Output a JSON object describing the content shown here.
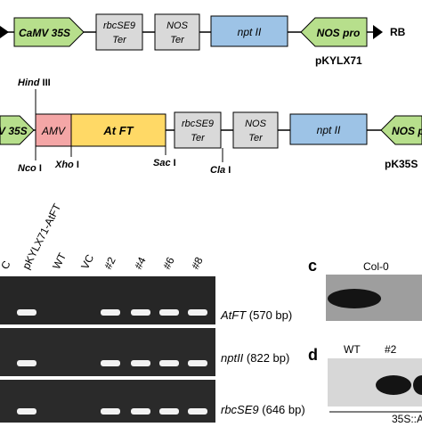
{
  "construct1": {
    "elements": [
      {
        "id": "camv",
        "label": "CaMV 35S",
        "kind": "arrow-right",
        "italic": true
      },
      {
        "id": "rbc",
        "label1": "rbcSE9",
        "label2": "Ter",
        "kind": "box",
        "italic": true
      },
      {
        "id": "nos",
        "label1": "NOS",
        "label2": "Ter",
        "kind": "box",
        "italic": true
      },
      {
        "id": "npt",
        "label": "npt II",
        "kind": "box",
        "italic": true
      },
      {
        "id": "nospro",
        "label": "NOS pro",
        "kind": "arrow-left",
        "italic": true
      }
    ],
    "right_border": "RB",
    "name": "pKYLX71"
  },
  "construct2": {
    "elements": [
      {
        "id": "v35s",
        "label": "V 35S",
        "kind": "arrow-right"
      },
      {
        "id": "amv",
        "label": "AMV",
        "kind": "box"
      },
      {
        "id": "atft",
        "label": "At FT",
        "kind": "box"
      },
      {
        "id": "rbc",
        "label1": "rbcSE9",
        "label2": "Ter",
        "kind": "box"
      },
      {
        "id": "nos",
        "label1": "NOS",
        "label2": "Ter",
        "kind": "box"
      },
      {
        "id": "npt",
        "label": "npt II",
        "kind": "box"
      },
      {
        "id": "nospro",
        "label": "NOS p",
        "kind": "arrow-left"
      }
    ],
    "sites_top": [
      {
        "name": "Hind",
        "roman": "III"
      }
    ],
    "sites_bottom": [
      {
        "name": "Nco",
        "roman": "I"
      },
      {
        "name": "Xho",
        "roman": "I"
      },
      {
        "name": "Sac",
        "roman": "I"
      },
      {
        "name": "Cla",
        "roman": "I"
      }
    ],
    "name": "pK35S"
  },
  "gel": {
    "lanes": [
      "C",
      "pKYLX71-AtFT",
      "WT",
      "VC",
      "#2",
      "#4",
      "#6",
      "#8"
    ],
    "rows": [
      {
        "gene": "AtFT",
        "size": "(570 bp)",
        "bands": [
          false,
          true,
          false,
          false,
          true,
          true,
          true,
          true
        ]
      },
      {
        "gene": "nptII",
        "size": "(822 bp)",
        "bands": [
          false,
          true,
          false,
          false,
          true,
          true,
          true,
          true
        ]
      },
      {
        "gene": "rbcSE9",
        "size": "(646 bp)",
        "bands": [
          false,
          true,
          false,
          false,
          true,
          true,
          true,
          true
        ]
      }
    ]
  },
  "panel_c": {
    "letter": "c",
    "label": "Col-0"
  },
  "panel_d": {
    "letter": "d",
    "lanes": [
      "WT",
      "#2"
    ],
    "caption": "35S::A"
  },
  "colors": {
    "green_arrow": "#b7df8c",
    "gray_box": "#d9d9d9",
    "blue_box": "#9dc3e6",
    "amv_box": "#f4a6a6",
    "atft_box": "#ffd966",
    "gel_bg": "#262626",
    "band": "#f2f2f2"
  }
}
